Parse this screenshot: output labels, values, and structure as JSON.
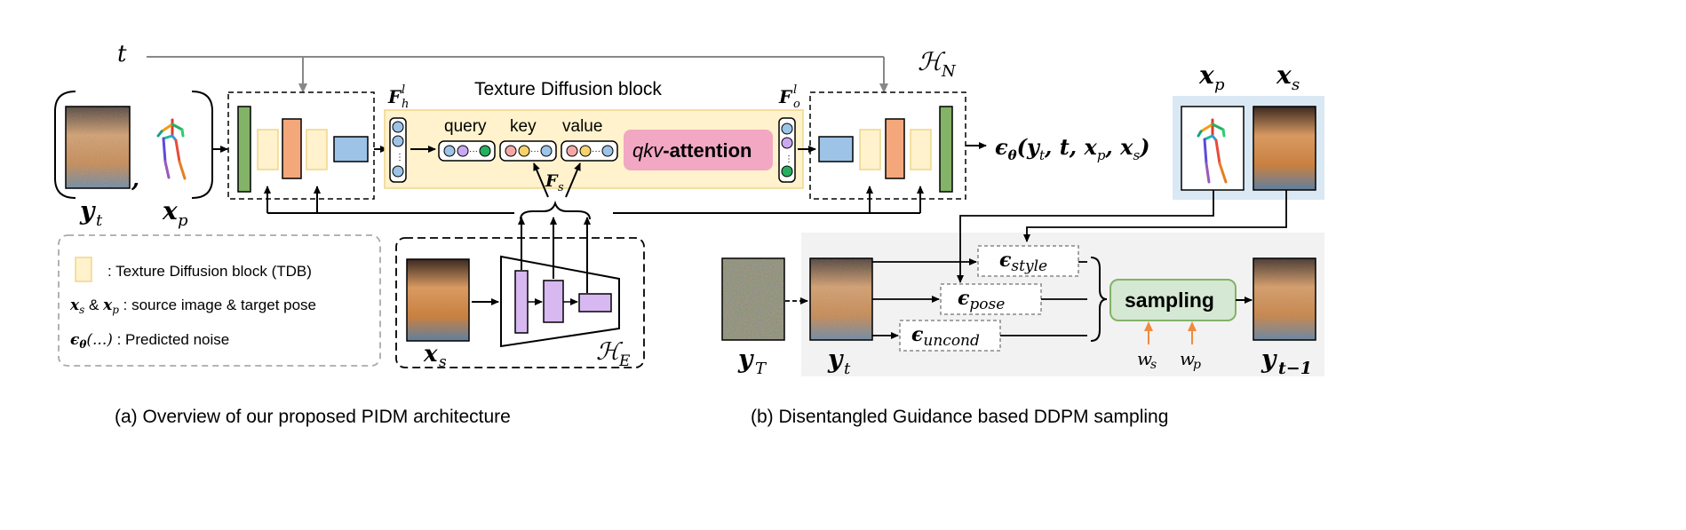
{
  "labels": {
    "t": "t",
    "H_N": "ℋ",
    "H_N_sub": "N",
    "tdb_title": "Texture Diffusion block",
    "F_h": "F",
    "F_h_sup": "l",
    "F_h_sub": "h",
    "F_o": "F",
    "F_o_sup": "l",
    "F_o_sub": "o",
    "query": "query",
    "key": "key",
    "value": "value",
    "qkv_italic": "qkv",
    "qkv_rest": "-attention",
    "F_s": "F",
    "F_s_sub": "s",
    "comma": ",",
    "y_t_left": "y",
    "y_t_left_sub": "t",
    "x_p_left": "x",
    "x_p_left_sub": "p",
    "output_eps": "ϵ",
    "output_eps_sub": "θ",
    "output_args": "(y",
    "output_args_t": "t",
    "output_args_rest": ", t, x",
    "output_args_p": "p",
    "output_args_rest2": ", x",
    "output_args_s": "s",
    "output_close": ")",
    "x_s_enc": "x",
    "x_s_enc_sub": "s",
    "H_E": "ℋ",
    "H_E_sub": "E",
    "x_p_right": "x",
    "x_p_right_sub": "p",
    "x_s_right": "x",
    "x_s_right_sub": "s",
    "y_T": "y",
    "y_T_sub": "T",
    "y_t_right": "y",
    "y_t_right_sub": "t",
    "y_t_minus_1": "y",
    "y_t_minus_1_sub": "t−1",
    "eps_style": "ϵ",
    "eps_style_sub": "style",
    "eps_pose": "ϵ",
    "eps_pose_sub": "pose",
    "eps_uncond": "ϵ",
    "eps_uncond_sub": "uncond",
    "sampling": "sampling",
    "w_s": "w",
    "w_s_sub": "s",
    "w_p": "w",
    "w_p_sub": "p"
  },
  "legend": {
    "tdb": ": Texture Diffusion block (TDB)",
    "xs_xp_a": "x",
    "xs_xp_a_sub": "s",
    "xs_xp_amp": " & ",
    "xs_xp_b": "x",
    "xs_xp_b_sub": "p",
    "xs_xp_text": " : source image & target pose",
    "eps": "ϵ",
    "eps_sub": "θ",
    "eps_args": "(...)",
    "eps_text": " : Predicted noise"
  },
  "captions": {
    "a": "(a) Overview of our proposed PIDM architecture",
    "b": "(b) Disentangled Guidance based DDPM sampling"
  },
  "colors": {
    "green_block": "#82b366",
    "orange_block": "#f4a77a",
    "cream_block": "#fff2cc",
    "blue_block": "#9dc3e6",
    "tdb_bg": "#fff2cc",
    "tdb_border": "#f0d68a",
    "attention_pink": "#f2a7c3",
    "purple_block": "#d8b8f0",
    "sampling_green": "#d5e8d4",
    "sampling_border": "#82b366",
    "panel_gray": "#f2f2f2",
    "panel_blue": "#dae8f4",
    "arrow_gray": "#808080",
    "arrow_orange": "#f08a3c"
  }
}
